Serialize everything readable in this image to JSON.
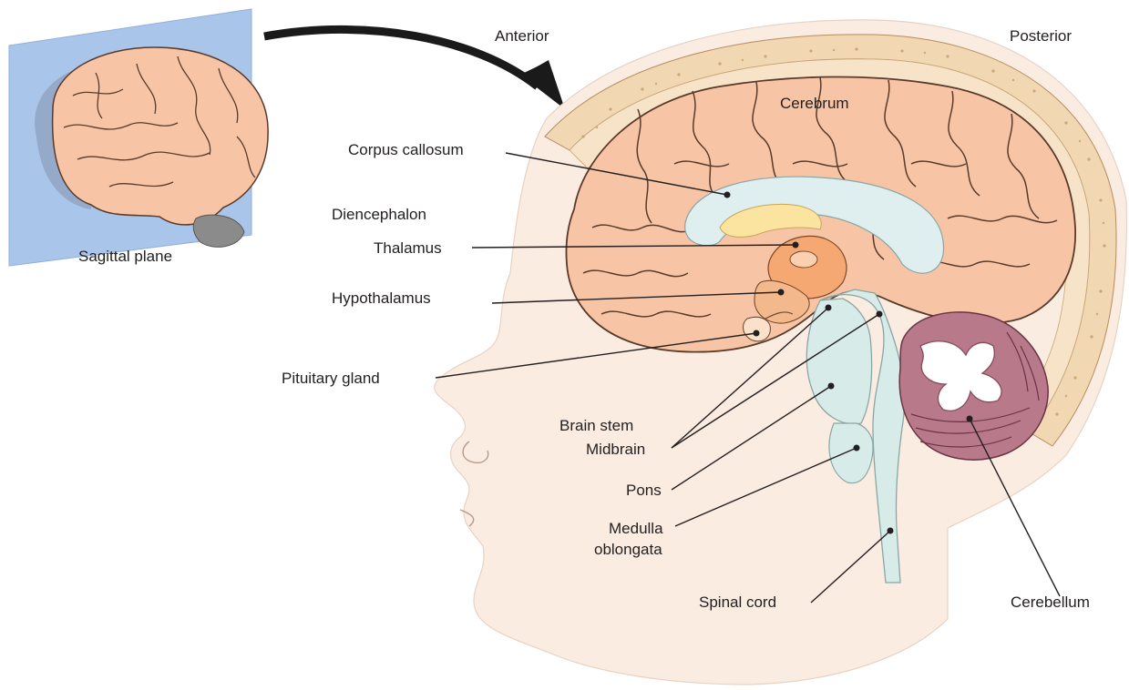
{
  "labels": {
    "sagittal_plane": "Sagittal plane",
    "anterior": "Anterior",
    "posterior": "Posterior",
    "cerebrum": "Cerebrum",
    "corpus_callosum": "Corpus callosum",
    "diencephalon": "Diencephalon",
    "thalamus": "Thalamus",
    "hypothalamus": "Hypothalamus",
    "pituitary_gland": "Pituitary gland",
    "brain_stem": "Brain stem",
    "midbrain": "Midbrain",
    "pons": "Pons",
    "medulla_line1": "Medulla",
    "medulla_line2": "oblongata",
    "spinal_cord": "Spinal cord",
    "cerebellum": "Cerebellum"
  },
  "colors": {
    "skin": "#fbece2",
    "skull_bone": "#f1d7b2",
    "skull_dots": "#c9a777",
    "cerebrum": "#f7c5a5",
    "cerebrum_outline": "#5a3a2a",
    "corpus_callosum": "#dfeeee",
    "thalamus": "#f6a872",
    "hypothalamus": "#f3b98c",
    "brain_stem": "#d7ebe9",
    "cerebellum_outer": "#b87a8a",
    "cerebellum_inner": "#8a4a5c",
    "plane": "#a9c5ea",
    "leader_line": "#231f20"
  }
}
